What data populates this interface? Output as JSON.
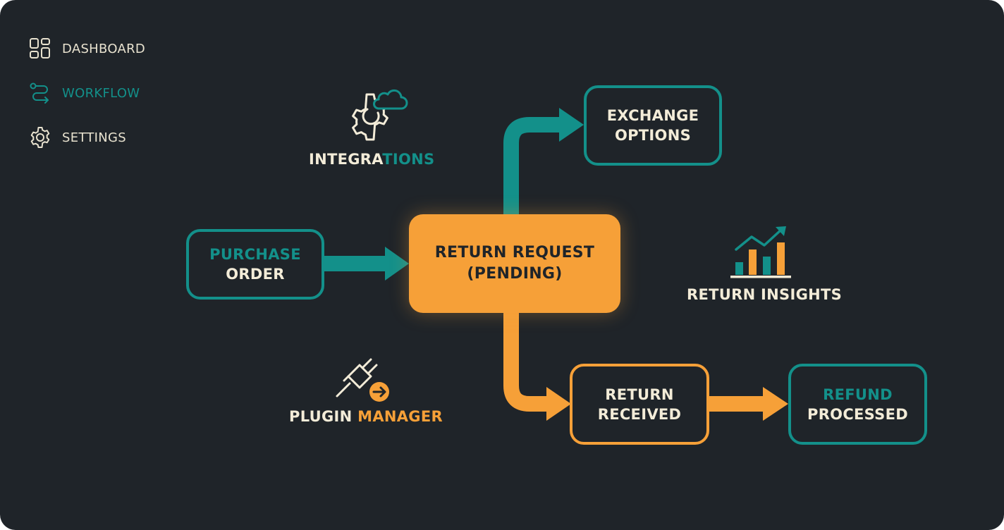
{
  "sidebar": {
    "items": [
      {
        "label": "DASHBOARD",
        "icon": "grid-icon",
        "active": false
      },
      {
        "label": "WORKFLOW",
        "icon": "workflow-icon",
        "active": true
      },
      {
        "label": "SETTINGS",
        "icon": "gear-icon",
        "active": false
      }
    ]
  },
  "flow": {
    "purchase_order": {
      "line1": "PURCHASE",
      "line2": "ORDER"
    },
    "return_request": {
      "line1": "RETURN REQUEST",
      "line2": "(PENDING)"
    },
    "exchange_options": {
      "line1": "EXCHANGE",
      "line2": "OPTIONS"
    },
    "return_received": {
      "line1": "RETURN",
      "line2": "RECEIVED"
    },
    "refund_processed": {
      "line1": "REFUND",
      "line2": "PROCESSED"
    }
  },
  "features": {
    "integrations": {
      "part1": "INTEGRA",
      "part2": "TIONS",
      "icon": "gear-cloud-icon"
    },
    "return_insights": {
      "label": "RETURN INSIGHTS",
      "icon": "bar-chart-icon"
    },
    "plugin_manager": {
      "part1": "PLUGIN ",
      "part2": "MANAGER",
      "icon": "plug-icon"
    }
  },
  "colors": {
    "background": "#1f2429",
    "teal": "#13908a",
    "orange": "#f6a038",
    "cream": "#f3ecd8"
  }
}
